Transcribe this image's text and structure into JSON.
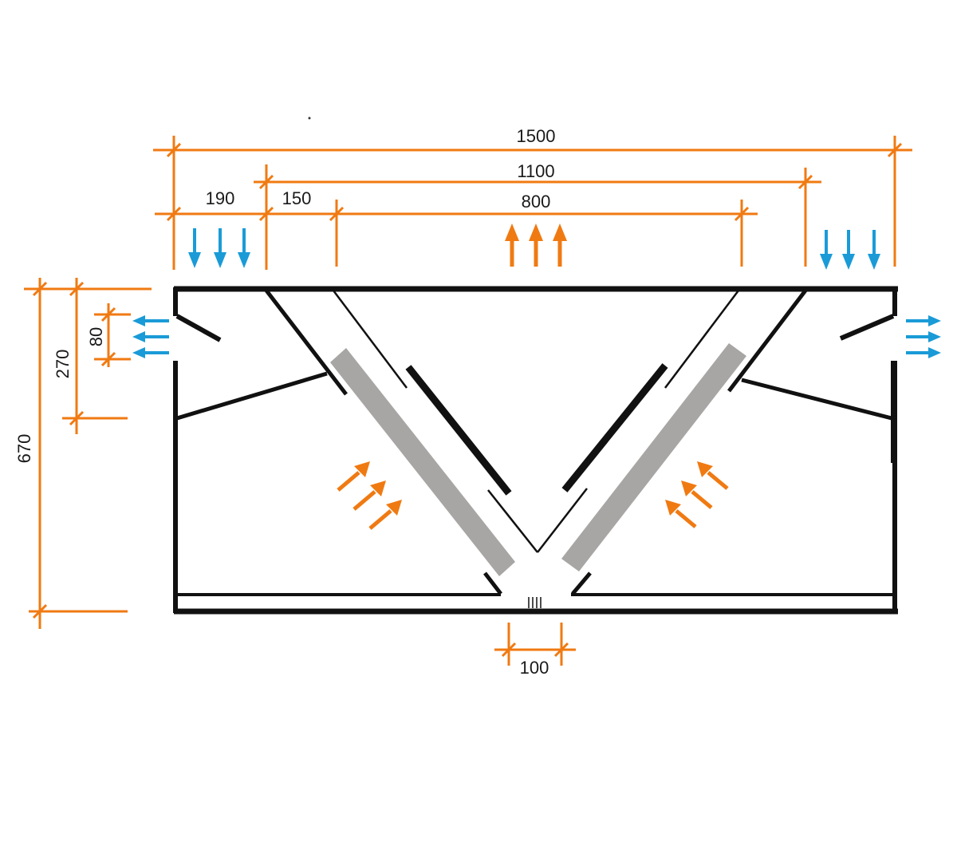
{
  "colors": {
    "outline": "#111111",
    "dimension": "#f07a12",
    "airflow_in": "#1a9bd7",
    "airflow_up": "#f07a12",
    "filter": "#a8a6a4"
  },
  "dimensions": {
    "overall_width": "1500",
    "inner_width": "1100",
    "gap_width": "800",
    "side_intake_width": "190",
    "offset_width": "150",
    "overall_height": "670",
    "side_height": "270",
    "slot_height": "80",
    "drain_width": "100"
  }
}
